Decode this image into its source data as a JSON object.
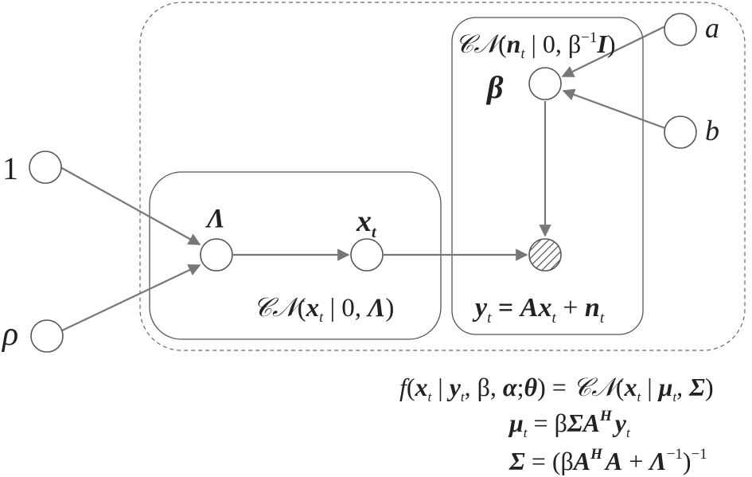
{
  "nodes": {
    "one": "1",
    "rho": "ρ",
    "lambda": "Λ",
    "x": "x",
    "x_sub": "t",
    "beta": "β",
    "a": "a",
    "b": "b"
  },
  "plates": {
    "x_prior": {
      "cal": "CN",
      "open": "(",
      "x": "x",
      "x_sub": "t",
      "mid": " | 0, ",
      "lambda": "Λ",
      "close": ")"
    },
    "noise": {
      "cal": "CN",
      "open": "(",
      "n": "n",
      "n_sub": "t",
      "mid": " | 0, β",
      "sup": "−1",
      "I": "I",
      "close": ")"
    },
    "observation": {
      "y": "y",
      "y_sub": "t",
      "eq": " = ",
      "A": "A",
      "x": "x",
      "x_sub": "t",
      "plus": " + ",
      "n": "n",
      "n_sub": "t"
    }
  },
  "equations": {
    "posterior": {
      "f": "f",
      "open": "(",
      "x": "x",
      "x_sub": "t",
      "bar": " | ",
      "y": "y",
      "y_sub": "t",
      "rest": ", β, ",
      "alpha": "α",
      "semi": ";",
      "theta": "θ",
      "close_eq": ") = ",
      "cal": "CN",
      "open2": "(",
      "x2": "x",
      "x2_sub": "t",
      "bar2": " | ",
      "mu": "μ",
      "mu_sub": "t",
      "comma": ", ",
      "sigma": "Σ",
      "close": ")"
    },
    "mean": {
      "mu": "μ",
      "mu_sub": "t",
      "eq": " = β",
      "sigma": "Σ",
      "A": "A",
      "sup": "H",
      "y": "y",
      "y_sub": "t"
    },
    "cov": {
      "sigma": "Σ",
      "eq": " = (β",
      "A": "A",
      "sup": "H",
      "A2": "A",
      "plus": " + ",
      "lambda": "Λ",
      "sup2": "−1",
      "close": ")",
      "sup3": "−1"
    }
  },
  "colors": {
    "edge": "#777777",
    "node_stroke": "#555555",
    "text": "#222222"
  }
}
